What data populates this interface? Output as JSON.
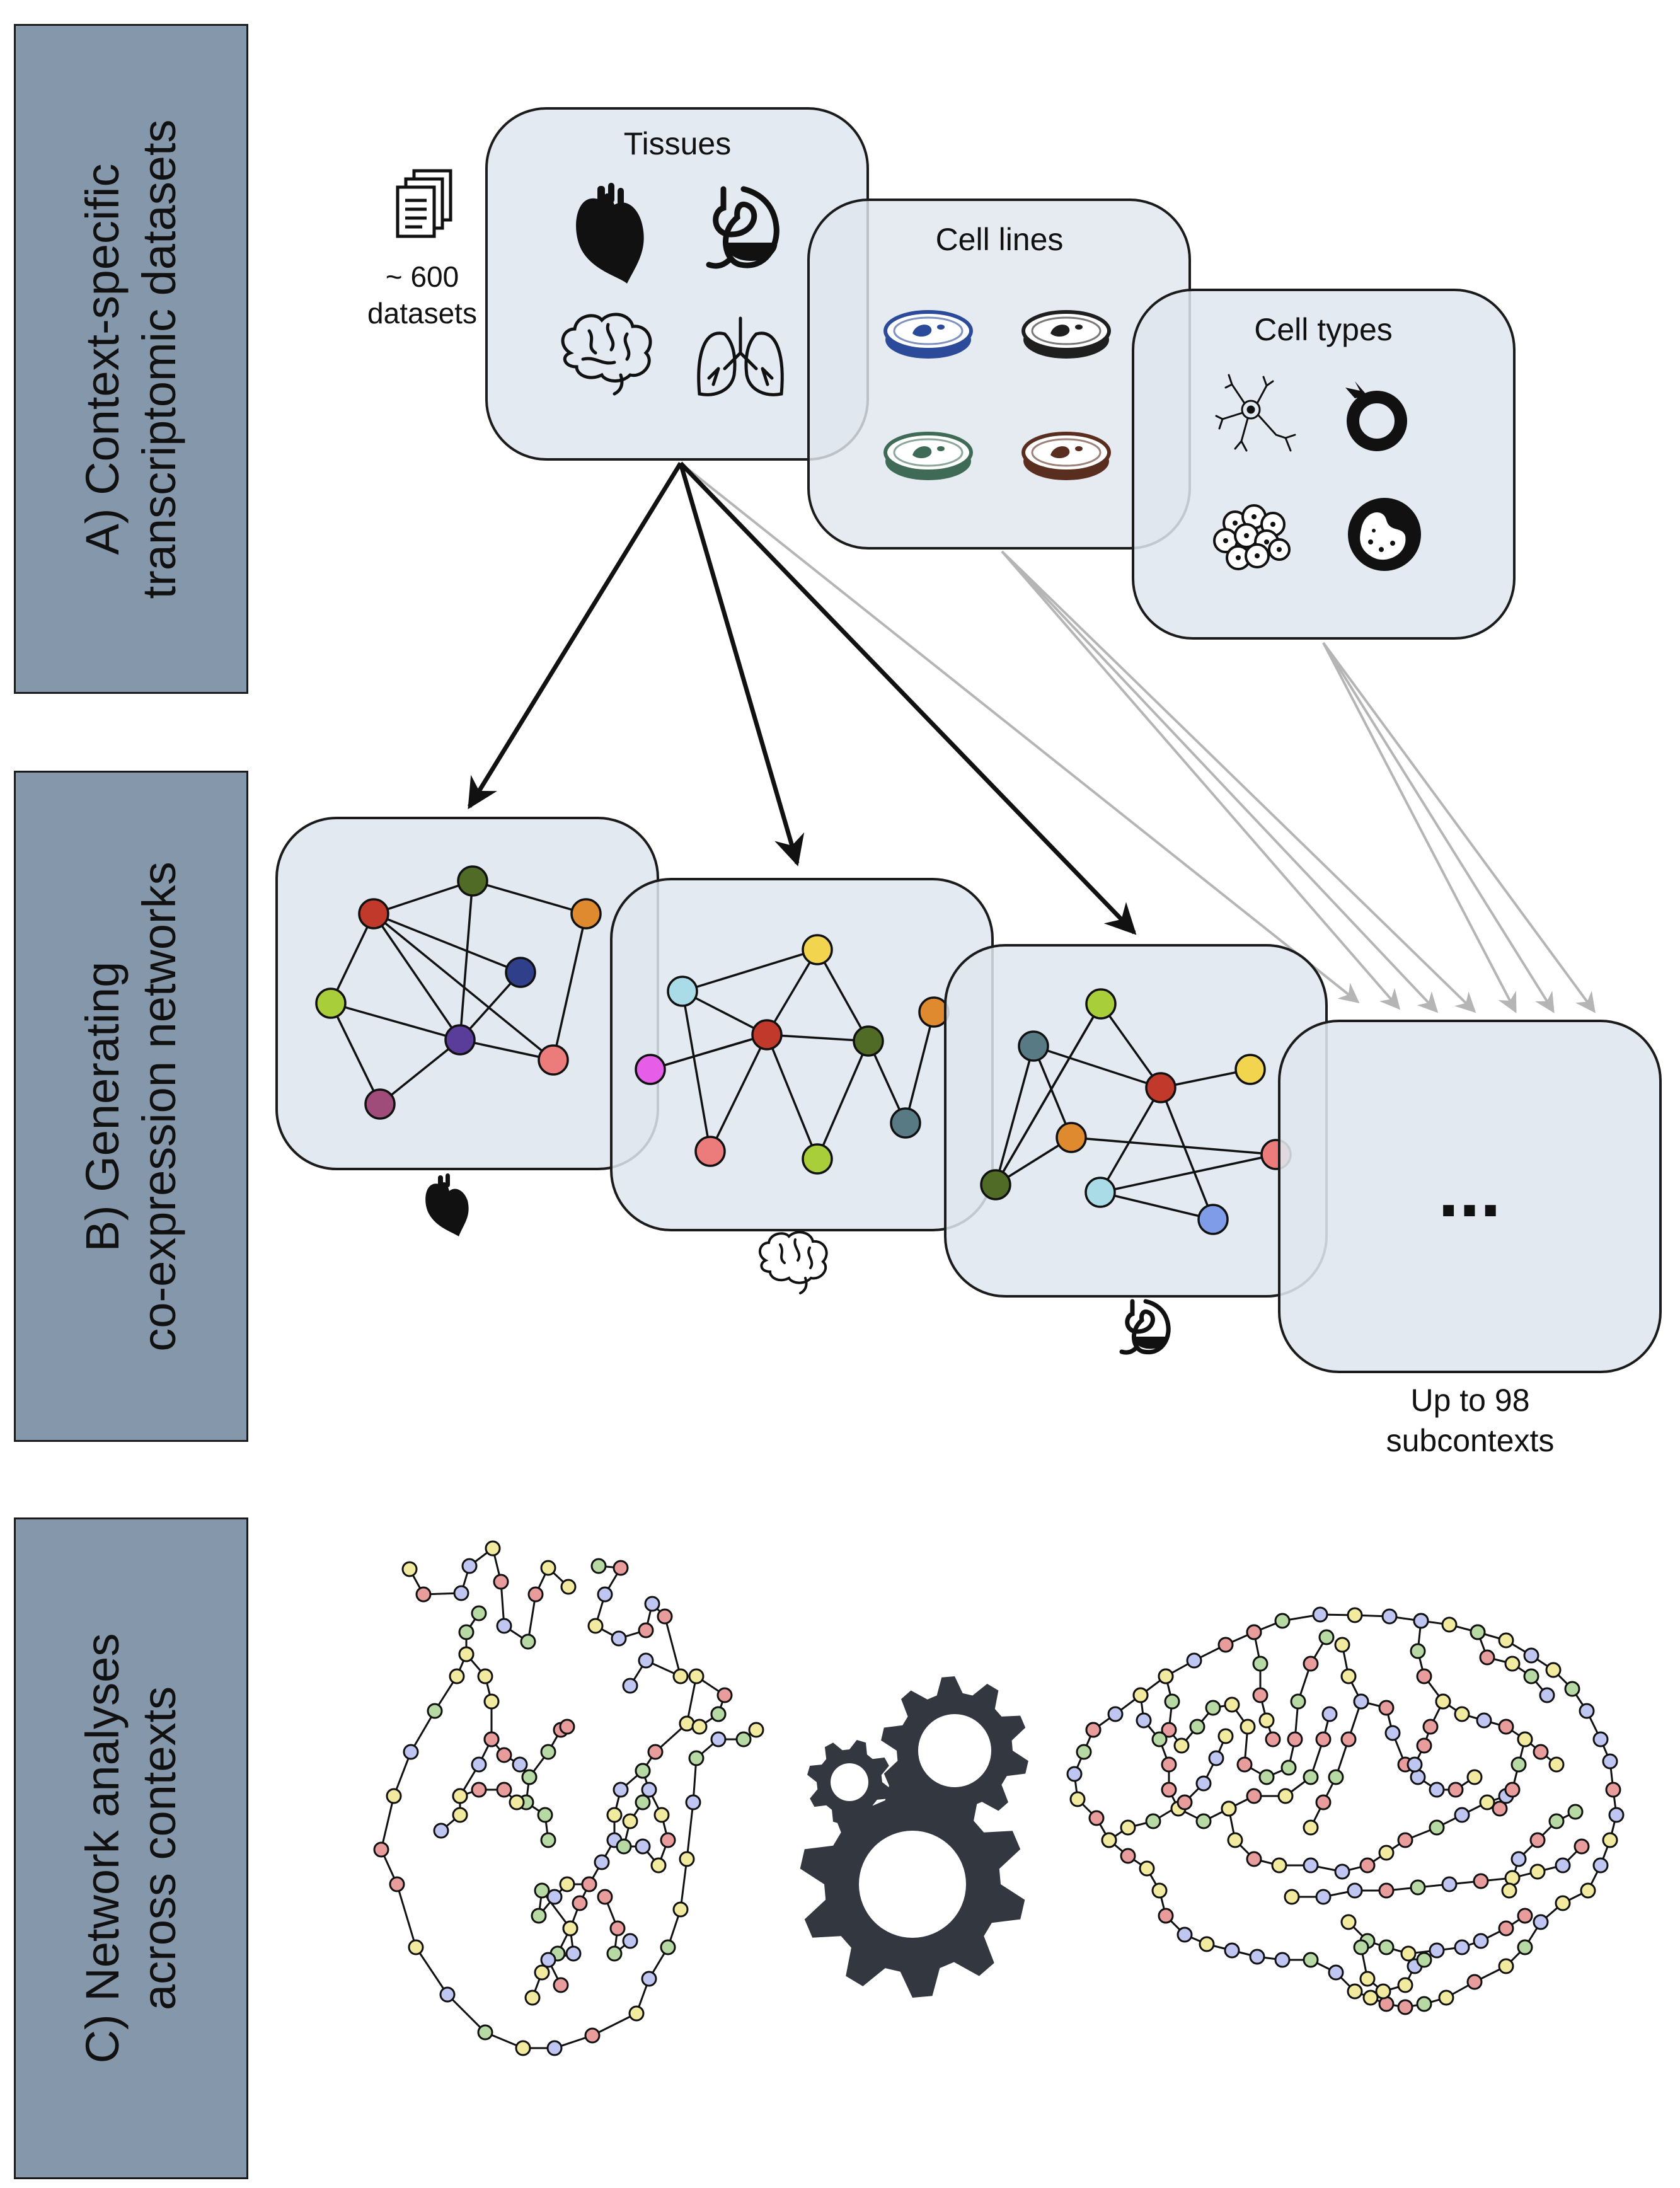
{
  "sections": {
    "a": {
      "line1": "A)  Context-specific",
      "line2": "transcriptomic datasets"
    },
    "b": {
      "line1": "B)  Generating",
      "line2": "co-expression networks"
    },
    "c": {
      "line1": "C)  Network analyses",
      "line2": "across contexts"
    }
  },
  "datasets": {
    "line1": "~ 600",
    "line2": "datasets"
  },
  "panels": {
    "tissues": "Tissues",
    "cell_lines": "Cell lines",
    "cell_types": "Cell types"
  },
  "ellipsis": "...",
  "subcontexts": {
    "line1": "Up to 98",
    "line2": "subcontexts"
  },
  "icons": {
    "datasets": "documents-icon",
    "heart": "heart-icon",
    "stomach": "stomach-icon",
    "brain": "brain-icon",
    "lungs": "lungs-icon",
    "petri_dish": "petri-dish-icon",
    "neuron": "neuron-icon",
    "cell": "cell-icon",
    "gears": "gears-icon"
  },
  "colors": {
    "band": "#8597aa",
    "panel": "#dfe6ee",
    "dish_colors": [
      "#2b4a9a",
      "#1f1f1f",
      "#3f6a55",
      "#5a2e1f"
    ],
    "node_palette": [
      "#bfc6f2",
      "#f2ea9e",
      "#e89c9c",
      "#b7d9a4"
    ]
  }
}
